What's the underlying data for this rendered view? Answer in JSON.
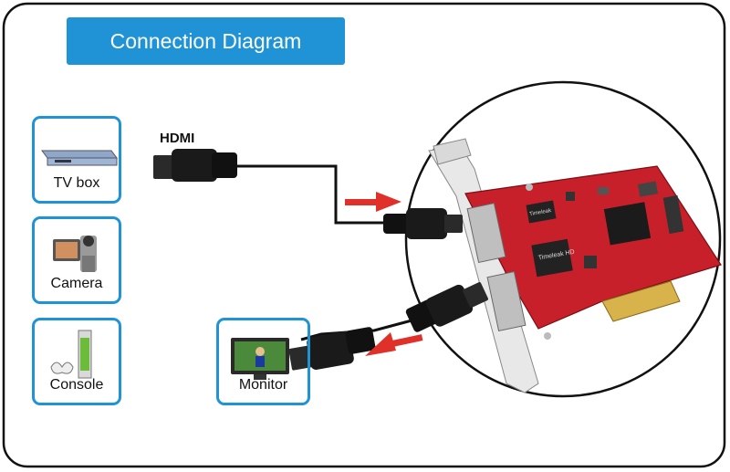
{
  "title": "Connection Diagram",
  "cable_label": "HDMI",
  "devices": [
    {
      "label": "TV box",
      "icon": "tv-box-icon"
    },
    {
      "label": "Camera",
      "icon": "camera-icon"
    },
    {
      "label": "Console",
      "icon": "console-icon"
    }
  ],
  "output_device": {
    "label": "Monitor",
    "icon": "monitor-icon"
  },
  "card": {
    "chip_label_1": "Timeleak HD",
    "chip_label_2": "Timeleak"
  },
  "colors": {
    "accent": "#1f93d6",
    "arrow": "#e0302a",
    "board": "#c8202a"
  }
}
